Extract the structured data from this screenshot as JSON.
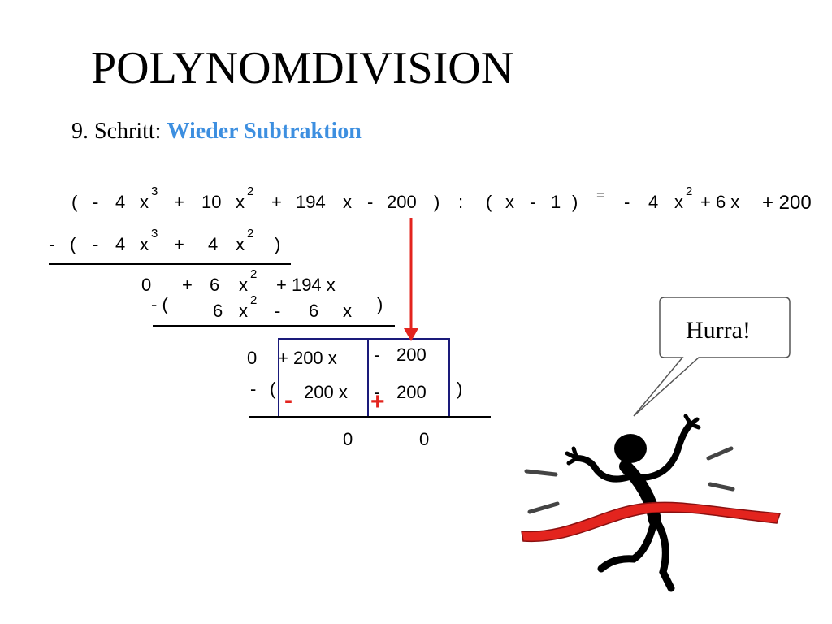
{
  "title": "POLYNOMDIVISION",
  "step": {
    "prefix": "9. Schritt:",
    "highlight": "Wieder Subtraktion"
  },
  "line1": {
    "dividend": [
      "(",
      "-",
      "4",
      "x",
      "3",
      "+",
      "10",
      "x",
      "2",
      "+",
      "194",
      "x",
      "-",
      "200",
      ")",
      ":"
    ],
    "divisor": [
      "(",
      "x",
      "-",
      "1",
      ")"
    ],
    "result": [
      "=",
      "-",
      "4",
      "x",
      "2",
      "+ 6 x",
      "+ 200"
    ]
  },
  "line2": [
    "-",
    "(",
    "-",
    "4",
    "x",
    "3",
    "+",
    "4",
    "x",
    "2",
    ")"
  ],
  "line3": [
    "0",
    "+",
    "6",
    "x",
    "2",
    "+ 194 x"
  ],
  "line4": [
    "- (",
    "6",
    "x",
    "2",
    "-",
    "6",
    "x",
    ")"
  ],
  "line5": [
    "0",
    "+ 200 x",
    "-",
    "200"
  ],
  "line6": [
    "-",
    "(",
    "200 x",
    "-",
    "200",
    ")"
  ],
  "signs": {
    "minus": "-",
    "plus": "+"
  },
  "line7": [
    "0",
    "0"
  ],
  "bubble": {
    "text": "Hurra!"
  },
  "colors": {
    "highlight": "#3d8fe0",
    "arrow": "#e3241e",
    "box": "#1a1a7a",
    "ribbon": "#e3241e"
  },
  "icons": {
    "figure": "celebrating-stick-figure-icon",
    "ribbon": "finish-ribbon-icon"
  }
}
